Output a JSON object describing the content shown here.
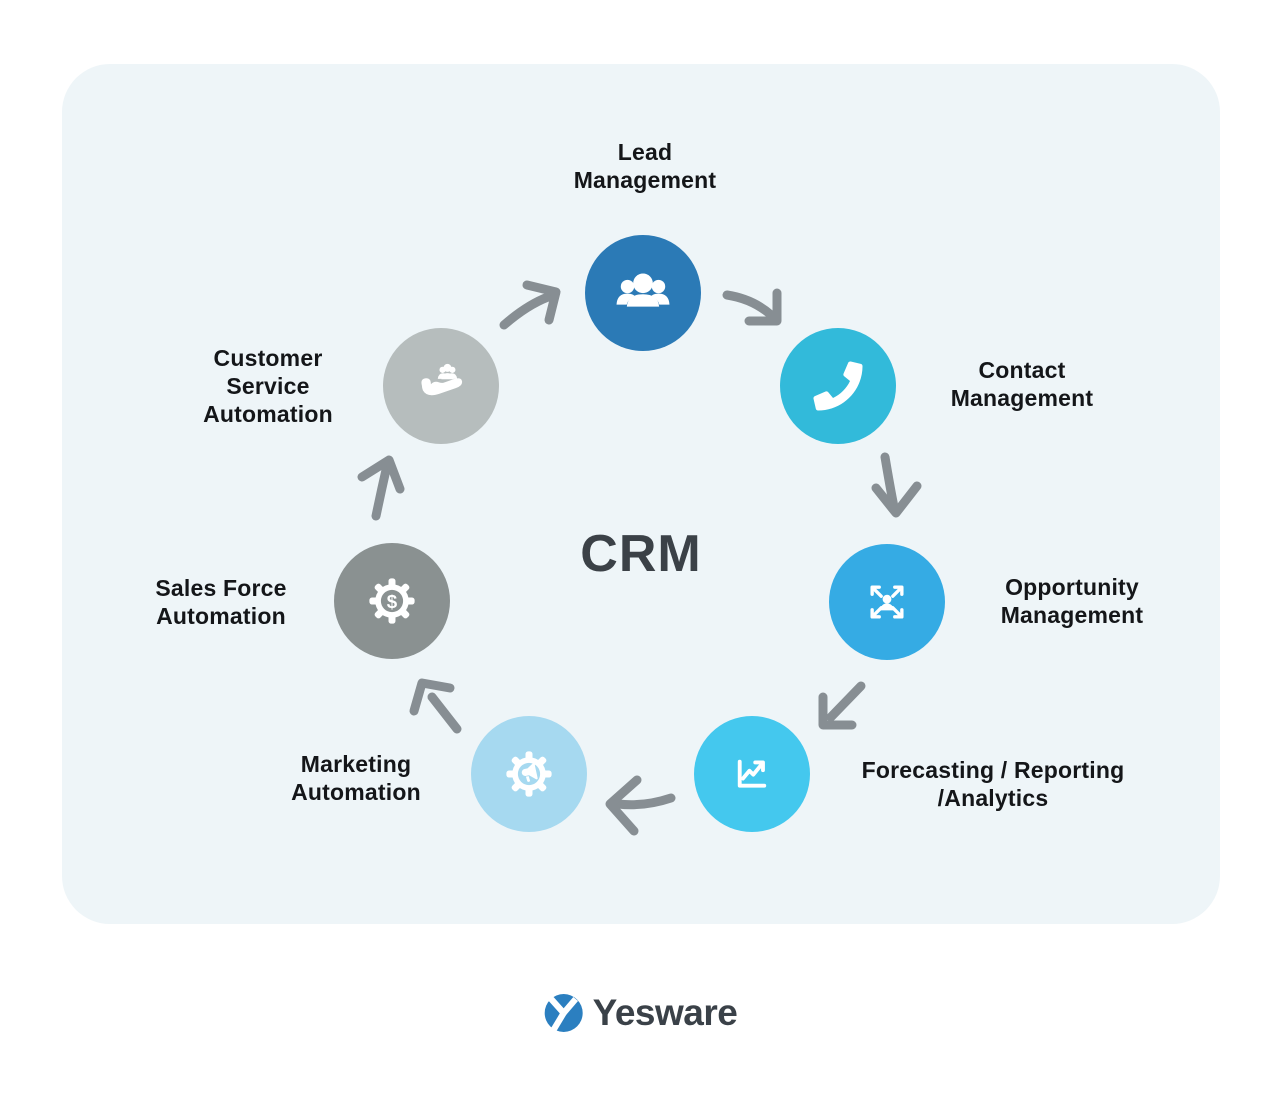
{
  "page": {
    "center_label": "CRM",
    "brand": {
      "name": "Yesware",
      "mark_letter": "Y",
      "mark_color": "#2b7fc0",
      "text_color": "#3a4148"
    }
  },
  "colors": {
    "page_bg": "#ffffff",
    "panel_bg": "#eef5f8",
    "arrow": "#878e93",
    "label_text": "#141619",
    "crm_text": "#3b4147"
  },
  "nodes": [
    {
      "id": "lead-management",
      "lines": [
        "Lead",
        "Management"
      ],
      "color": "#2b7ab6",
      "icon": "people-group-icon"
    },
    {
      "id": "contact-management",
      "lines": [
        "Contact",
        "Management"
      ],
      "color": "#32bada",
      "icon": "phone-icon"
    },
    {
      "id": "opportunity-management",
      "lines": [
        "Opportunity",
        "Management"
      ],
      "color": "#35abe4",
      "icon": "expand-person-icon"
    },
    {
      "id": "forecasting-reporting-analytics",
      "lines": [
        "Forecasting / Reporting",
        "/Analytics"
      ],
      "color": "#44c8ee",
      "icon": "trend-chart-icon"
    },
    {
      "id": "marketing-automation",
      "lines": [
        "Marketing",
        "Automation"
      ],
      "color": "#a6d9f0",
      "icon": "gear-megaphone-icon"
    },
    {
      "id": "sales-force-automation",
      "lines": [
        "Sales Force",
        "Automation"
      ],
      "color": "#8a9191",
      "icon": "gear-dollar-icon"
    },
    {
      "id": "customer-service-automation",
      "lines": [
        "Customer",
        "Service",
        "Automation"
      ],
      "color": "#b6bdbd",
      "icon": "hand-people-icon"
    }
  ],
  "icons": {
    "sales_gear_symbol": "$"
  }
}
